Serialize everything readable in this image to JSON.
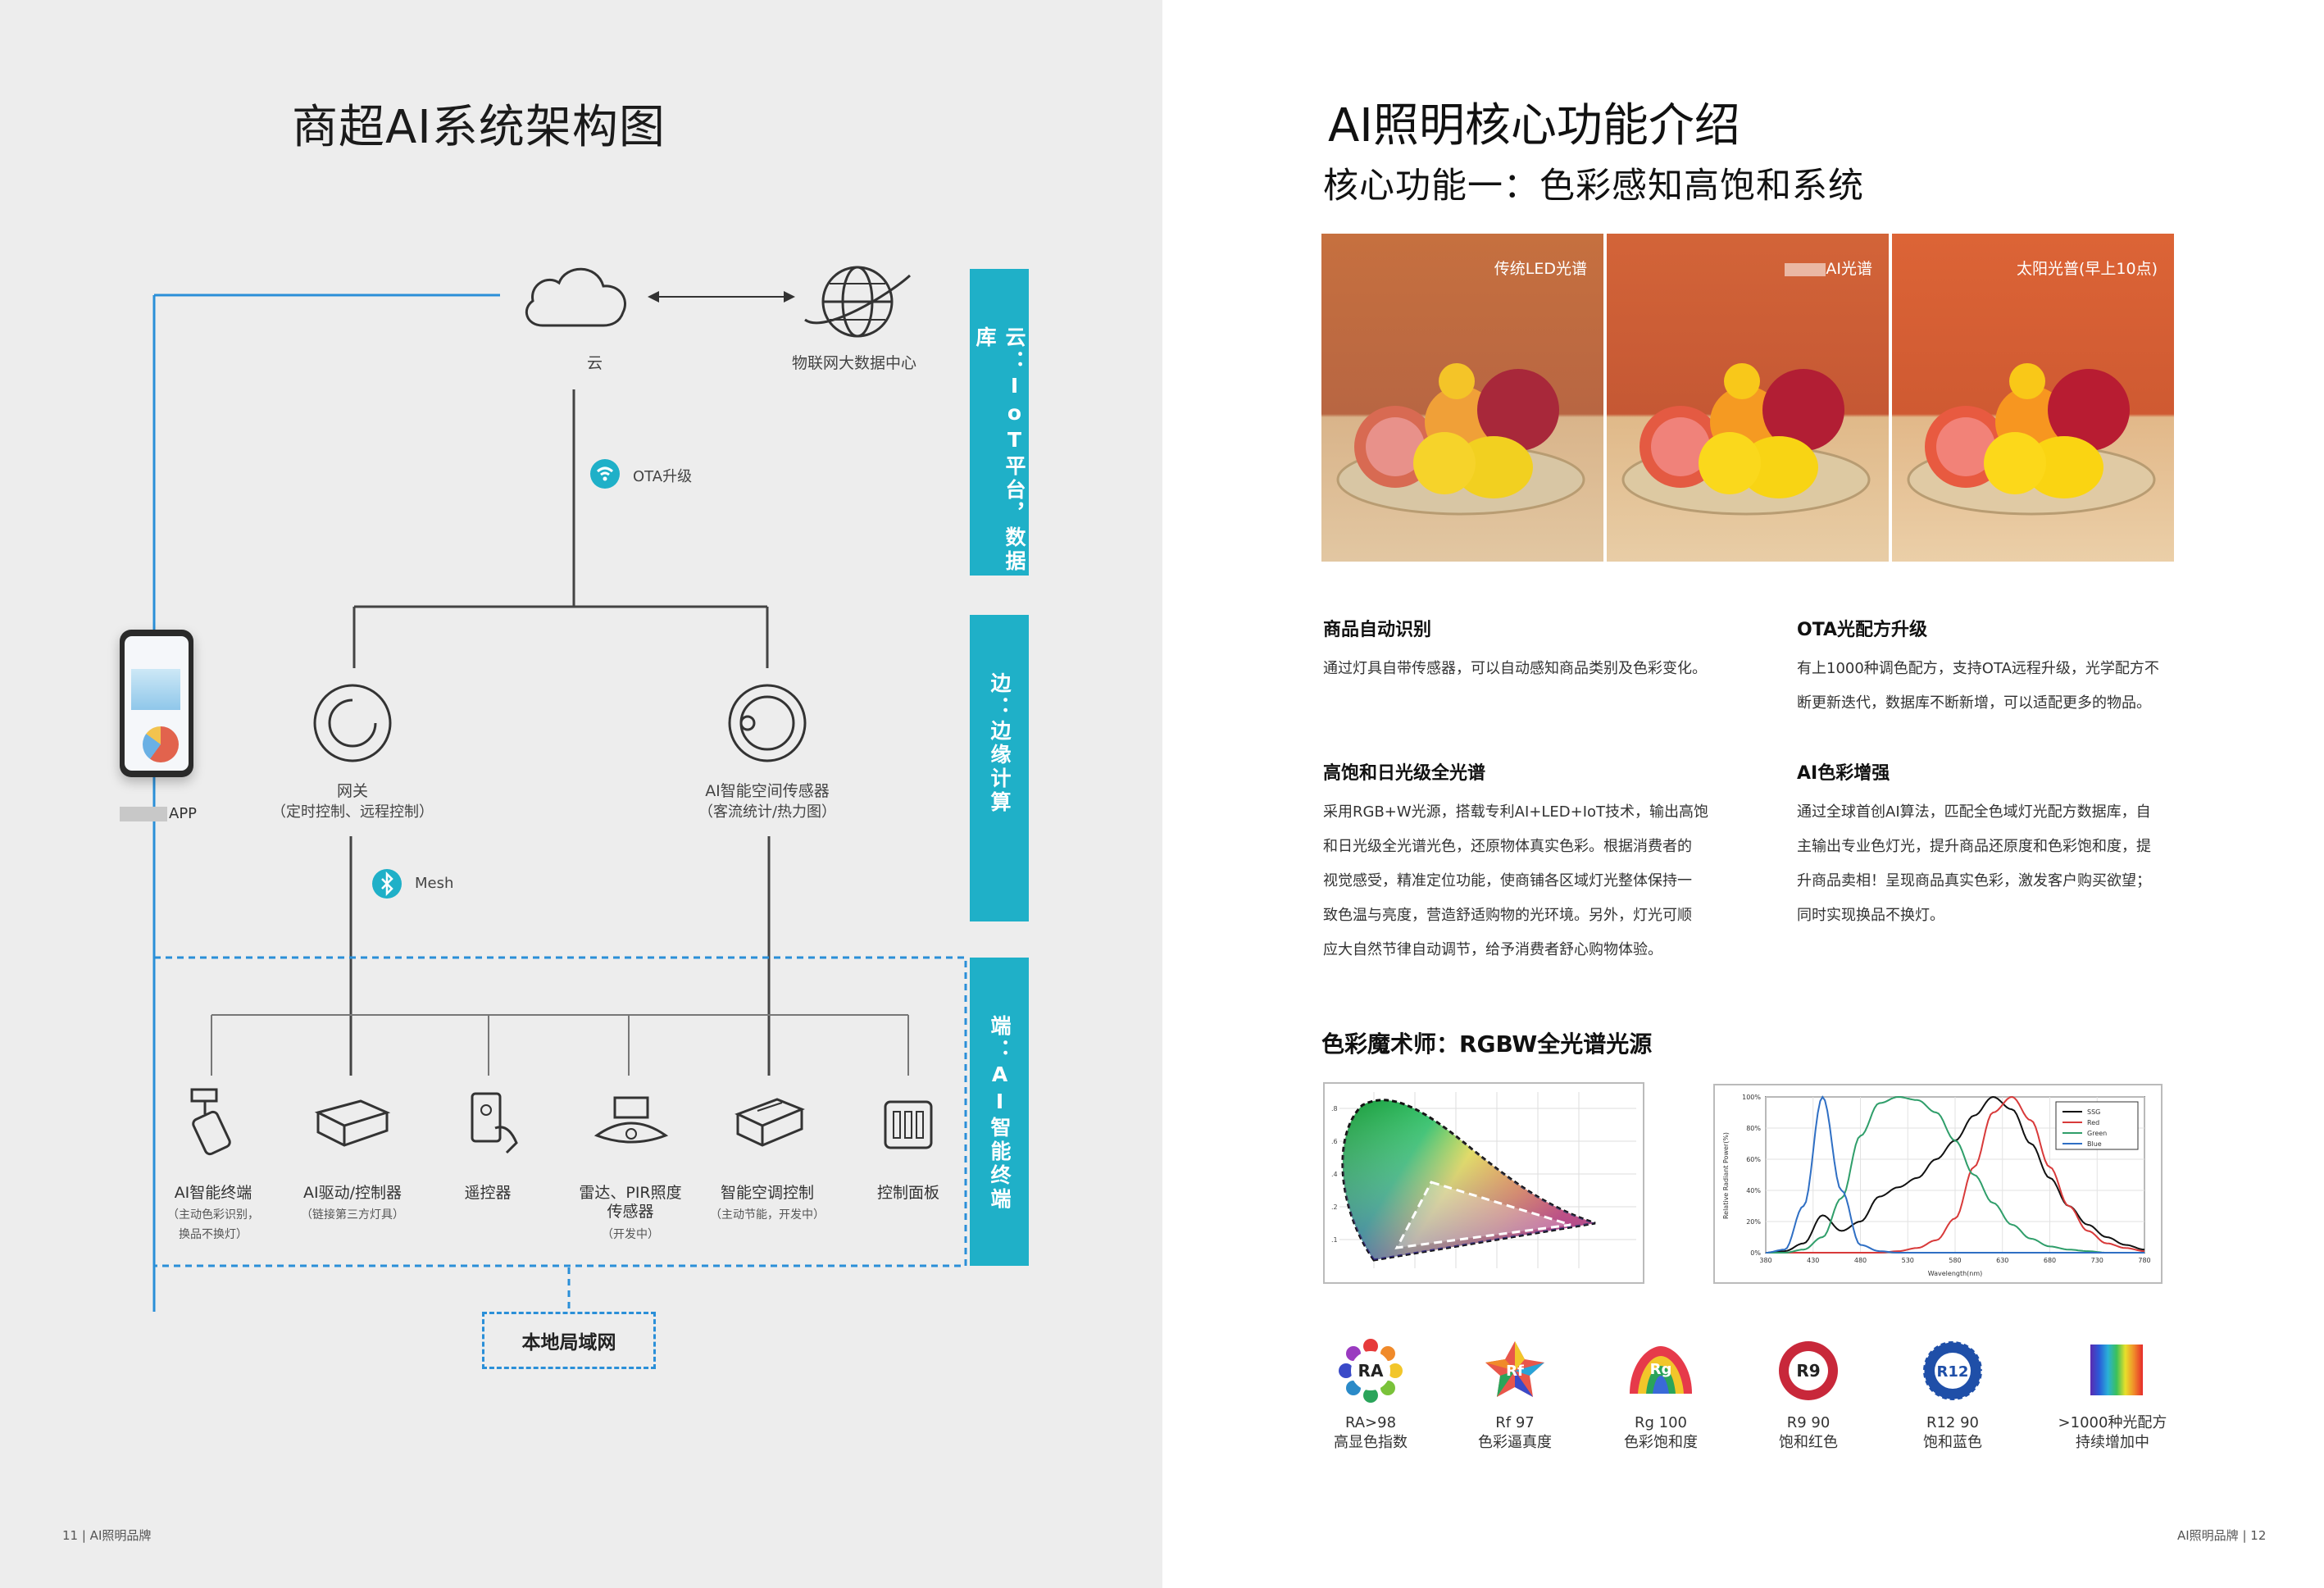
{
  "left_page": {
    "title": "商超AI系统架构图",
    "cloud_label": "云",
    "iot_center_label": "物联网大数据中心",
    "ota_label": "OTA升级",
    "mesh_label": "Mesh",
    "app_label": "APP",
    "gateway": {
      "name": "网关",
      "sub": "（定时控制、远程控制）"
    },
    "sensor": {
      "name": "AI智能空间传感器",
      "sub": "（客流统计/热力图）"
    },
    "bands": [
      "云：IoT平台，数据库",
      "边：边缘计算",
      "端：AI智能终端"
    ],
    "devices": [
      {
        "name": "AI智能终端",
        "sub": [
          "（主动色彩识别，",
          "换品不换灯）"
        ],
        "icon": "spotlight-icon"
      },
      {
        "name": "AI驱动/控制器",
        "sub": [
          "（链接第三方灯具）"
        ],
        "icon": "driver-box-icon"
      },
      {
        "name": "遥控器",
        "sub": [],
        "icon": "remote-hand-icon"
      },
      {
        "name": "雷达、PIR照度",
        "name2": "传感器",
        "sub": [
          "（开发中）"
        ],
        "icon": "radar-sensor-icon"
      },
      {
        "name": "智能空调控制",
        "sub": [
          "（主动节能，开发中）"
        ],
        "icon": "ac-controller-icon"
      },
      {
        "name": "控制面板",
        "sub": [],
        "icon": "switch-panel-icon"
      }
    ],
    "lan_label": "本地局域网",
    "folio": "11 | AI照明品牌"
  },
  "right_page": {
    "title": "AI照明核心功能介绍",
    "subtitle": "核心功能一：色彩感知高饱和系统",
    "photos": [
      {
        "label": "传统LED光谱",
        "tint": "#c66a3f"
      },
      {
        "label": "AI光谱",
        "tint": "#cf5c33"
      },
      {
        "label": "太阳光普(早上10点)",
        "tint": "#d8623a"
      }
    ],
    "features": [
      {
        "heading": "商品自动识别",
        "lines": [
          "通过灯具自带传感器，可以自动感知商品类别及色彩变化。"
        ]
      },
      {
        "heading": "OTA光配方升级",
        "lines": [
          "有上1000种调色配方，支持OTA远程升级，光学配方不",
          "断更新迭代，数据库不断新增，可以适配更多的物品。"
        ]
      },
      {
        "heading": "高饱和日光级全光谱",
        "lines": [
          "采用RGB+W光源，搭载专利AI+LED+IoT技术，输出高饱",
          "和日光级全光谱光色，还原物体真实色彩。根据消费者的",
          "视觉感受，精准定位功能，使商铺各区域灯光整体保持一",
          "致色温与亮度，营造舒适购物的光环境。另外，灯光可顺",
          "应大自然节律自动调节，给予消费者舒心购物体验。"
        ]
      },
      {
        "heading": "AI色彩增强",
        "lines": [
          "通过全球首创AI算法，匹配全色域灯光配方数据库，自",
          "主输出专业色灯光，提升商品还原度和色彩饱和度，提",
          "升商品卖相！呈现商品真实色彩，激发客户购买欲望；",
          "同时实现换品不换灯。"
        ]
      }
    ],
    "magic_heading": "色彩魔术师：RGBW全光谱光源",
    "chart_data": {
      "type": "line",
      "xlabel": "Wavelength(nm)",
      "ylabel": "Relative Radiant Power(%)",
      "x": [
        380,
        400,
        420,
        440,
        460,
        480,
        500,
        520,
        540,
        560,
        580,
        600,
        620,
        640,
        660,
        680,
        700,
        720,
        740,
        760,
        780
      ],
      "ylim": [
        0,
        100
      ],
      "x_ticks": [
        "380",
        "430",
        "480",
        "530",
        "580",
        "630",
        "680",
        "730",
        "780"
      ],
      "y_ticks": [
        "0%",
        "20%",
        "40%",
        "60%",
        "80%",
        "100%"
      ],
      "series": [
        {
          "name": "SSG",
          "color": "#111111",
          "values": [
            0,
            1,
            6,
            24,
            14,
            20,
            36,
            42,
            48,
            60,
            72,
            88,
            100,
            92,
            70,
            48,
            30,
            18,
            10,
            5,
            2
          ]
        },
        {
          "name": "Red",
          "color": "#d83a3a",
          "values": [
            0,
            0,
            0,
            0,
            0,
            0,
            0,
            1,
            3,
            8,
            22,
            55,
            90,
            100,
            85,
            55,
            30,
            14,
            6,
            3,
            1
          ]
        },
        {
          "name": "Green",
          "color": "#2f9e6a",
          "values": [
            0,
            0,
            2,
            10,
            35,
            75,
            96,
            100,
            98,
            90,
            72,
            50,
            32,
            18,
            9,
            4,
            2,
            1,
            0,
            0,
            0
          ]
        },
        {
          "name": "Blue",
          "color": "#2f6fc4",
          "values": [
            0,
            2,
            30,
            100,
            40,
            5,
            1,
            0,
            0,
            0,
            0,
            0,
            0,
            0,
            0,
            0,
            0,
            0,
            0,
            0,
            0
          ]
        }
      ]
    },
    "metrics": [
      {
        "badge": "RA",
        "line1": "RA>98",
        "line2": "高显色指数"
      },
      {
        "badge": "Rf",
        "line1": "Rf 97",
        "line2": "色彩逼真度"
      },
      {
        "badge": "Rg",
        "line1": "Rg 100",
        "line2": "色彩饱和度"
      },
      {
        "badge": "R9",
        "line1": "R9 90",
        "line2": "饱和红色"
      },
      {
        "badge": "R12",
        "line1": "R12 90",
        "line2": "饱和蓝色"
      },
      {
        "badge": "",
        "line1": ">1000种光配方",
        "line2": "持续增加中"
      }
    ],
    "folio": "AI照明品牌 | 12"
  }
}
